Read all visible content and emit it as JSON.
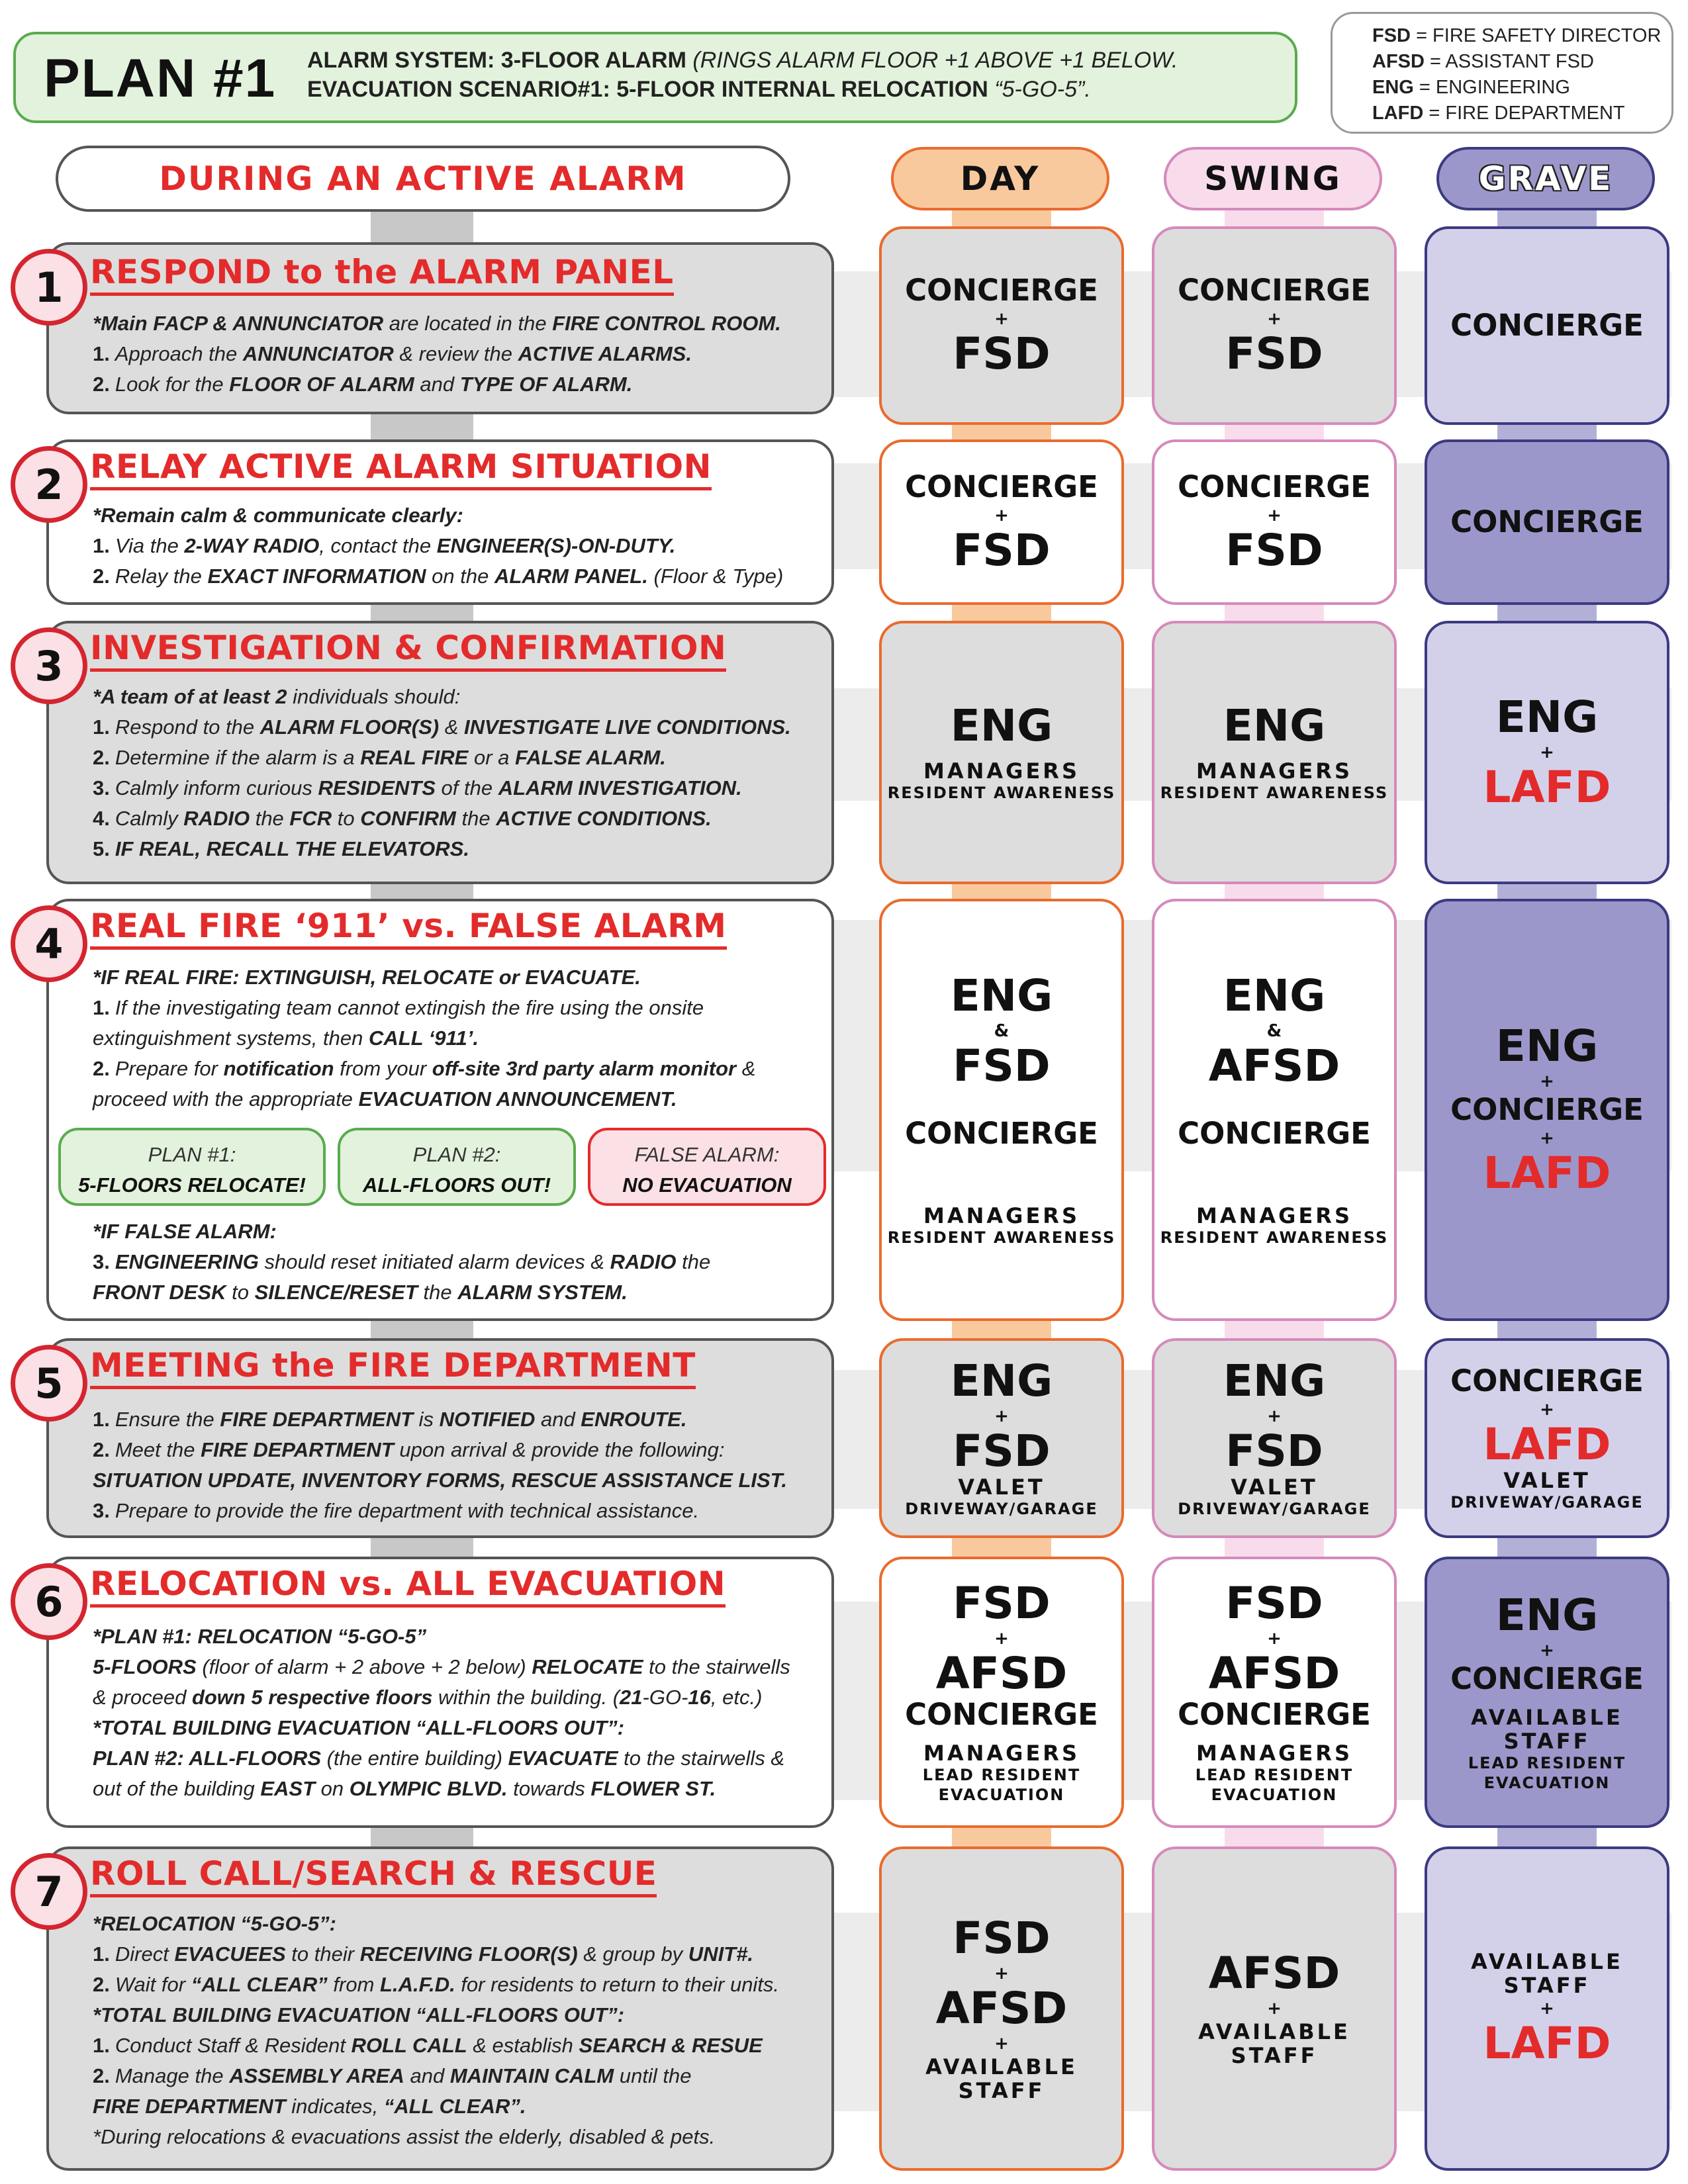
{
  "header": {
    "title": "PLAN #1",
    "alarm_label": "ALARM SYSTEM:",
    "alarm_value": "3-FLOOR ALARM",
    "alarm_note": "(RINGS ALARM FLOOR +1 ABOVE +1 BELOW.",
    "evac_label": "EVACUATION SCENARIO#1:",
    "evac_value": "5-FLOOR INTERNAL RELOCATION",
    "evac_note": "“5-GO-5”."
  },
  "legend": [
    {
      "abbr": "FSD",
      "text": "= FIRE SAFETY DIRECTOR"
    },
    {
      "abbr": "AFSD",
      "text": "= ASSISTANT FSD"
    },
    {
      "abbr": "ENG",
      "text": "= ENGINEERING"
    },
    {
      "abbr": "LAFD",
      "text": "= FIRE DEPARTMENT"
    }
  ],
  "columns": {
    "active": "DURING AN ACTIVE ALARM",
    "day": "DAY",
    "swing": "SWING",
    "grave": "GRAVE"
  },
  "steps": {
    "s1": {
      "num": "1",
      "title": "RESPOND to the ALARM PANEL",
      "l0a": "*Main FACP & ANNUNCIATOR",
      "l0b": " are located in the ",
      "l0c": "FIRE CONTROL ROOM.",
      "l1n": "1.",
      "l1a": "Approach the ",
      "l1b": "ANNUNCIATOR",
      "l1c": " & review the ",
      "l1d": "ACTIVE ALARMS.",
      "l2n": "2.",
      "l2a": "Look for the ",
      "l2b": "FLOOR OF ALARM",
      "l2c": " and ",
      "l2d": "TYPE OF ALARM."
    },
    "s2": {
      "num": "2",
      "title": "RELAY ACTIVE ALARM SITUATION",
      "l0": "*Remain calm & communicate clearly:",
      "l1n": "1.",
      "l1a": "Via the ",
      "l1b": "2-WAY RADIO",
      "l1c": ", contact the ",
      "l1d": "ENGINEER(S)-ON-DUTY.",
      "l2n": "2.",
      "l2a": "Relay the ",
      "l2b": "EXACT INFORMATION",
      "l2c": " on the ",
      "l2d": "ALARM PANEL.",
      "l2e": " (Floor & Type)"
    },
    "s3": {
      "num": "3",
      "title": "INVESTIGATION & CONFIRMATION",
      "l0a": "*A team of at least 2",
      "l0b": " individuals should:",
      "l1n": "1.",
      "l1a": "Respond to the ",
      "l1b": "ALARM FLOOR(S)",
      "l1c": " & ",
      "l1d": "INVESTIGATE LIVE CONDITIONS.",
      "l2n": "2.",
      "l2a": "Determine if the alarm is a ",
      "l2b": "REAL FIRE",
      "l2c": " or a ",
      "l2d": "FALSE ALARM.",
      "l3n": "3.",
      "l3a": "Calmly inform curious ",
      "l3b": "RESIDENTS",
      "l3c": " of the ",
      "l3d": "ALARM INVESTIGATION.",
      "l4n": "4.",
      "l4a": "Calmly ",
      "l4b": "RADIO",
      "l4c": " the ",
      "l4d": "FCR",
      "l4e": " to ",
      "l4f": "CONFIRM",
      "l4g": " the ",
      "l4h": "ACTIVE CONDITIONS.",
      "l5n": "5.",
      "l5a": "IF REAL, RECALL THE ELEVATORS."
    },
    "s4": {
      "num": "4",
      "title": "REAL FIRE ‘911’ vs. FALSE ALARM",
      "l0": "*IF REAL FIRE: EXTINGUISH, RELOCATE or EVACUATE.",
      "l1n": "1.",
      "l1a": "If the investigating team cannot extingish the fire using the onsite",
      "l1b": "extinguishment systems, then ",
      "l1c": "CALL ‘911’.",
      "l2n": "2.",
      "l2a": "Prepare for ",
      "l2b": "notification",
      "l2c": " from your ",
      "l2d": "off-site 3rd party alarm monitor",
      "l2e": " &",
      "l2f": "proceed with the appropriate ",
      "l2g": "EVACUATION ANNOUNCEMENT.",
      "plan1_t": "PLAN #1:",
      "plan1_v": "5-FLOORS RELOCATE!",
      "plan2_t": "PLAN #2:",
      "plan2_v": "ALL-FLOORS OUT!",
      "false_t": "FALSE ALARM:",
      "false_v": "NO EVACUATION",
      "l3": "*IF FALSE ALARM:",
      "l4n": "3.",
      "l4a": "ENGINEERING",
      "l4b": " should reset initiated alarm devices & ",
      "l4c": "RADIO",
      "l4d": " the",
      "l4e": "FRONT DESK",
      "l4f": " to ",
      "l4g": "SILENCE/RESET",
      "l4h": " the ",
      "l4i": "ALARM SYSTEM."
    },
    "s5": {
      "num": "5",
      "title": "MEETING the FIRE DEPARTMENT",
      "l1n": "1.",
      "l1a": "Ensure the ",
      "l1b": "FIRE DEPARTMENT",
      "l1c": " is ",
      "l1d": "NOTIFIED",
      "l1e": " and ",
      "l1f": "ENROUTE.",
      "l2n": "2.",
      "l2a": "Meet the ",
      "l2b": "FIRE DEPARTMENT",
      "l2c": " upon arrival & provide the following:",
      "l2d": "SITUATION UPDATE, INVENTORY FORMS, RESCUE ASSISTANCE LIST.",
      "l3n": "3.",
      "l3a": "Prepare to provide the fire department with technical assistance."
    },
    "s6": {
      "num": "6",
      "title": "RELOCATION vs. ALL EVACUATION",
      "l0": "*PLAN #1: RELOCATION “5-GO-5”",
      "l1a": "5-FLOORS",
      "l1b": " (floor of alarm + 2 above + 2 below) ",
      "l1c": "RELOCATE",
      "l1d": " to the stairwells",
      "l2a": "& proceed ",
      "l2b": "down 5 respective floors",
      "l2c": " within the building. (",
      "l2d": "21",
      "l2e": "-GO-",
      "l2f": "16",
      "l2g": ", etc.)",
      "l3": "*TOTAL BUILDING EVACUATION “ALL-FLOORS OUT”:",
      "l4a": "PLAN #2:",
      "l4b": "  ALL-FLOORS",
      "l4c": " (the entire building) ",
      "l4d": "EVACUATE",
      "l4e": " to the stairwells &",
      "l5a": "out of the building ",
      "l5b": "EAST",
      "l5c": " on ",
      "l5d": "OLYMPIC BLVD.",
      "l5e": " towards ",
      "l5f": "FLOWER ST."
    },
    "s7": {
      "num": "7",
      "title": "ROLL CALL/SEARCH & RESCUE",
      "l0": "*RELOCATION “5-GO-5”:",
      "l1n": "1.",
      "l1a": "Direct ",
      "l1b": "EVACUEES",
      "l1c": " to their ",
      "l1d": "RECEIVING FLOOR(S)",
      "l1e": " & group by ",
      "l1f": "UNIT#.",
      "l2n": "2.",
      "l2a": "Wait for ",
      "l2b": "“ALL CLEAR”",
      "l2c": " from ",
      "l2d": "L.A.F.D.",
      "l2e": " for residents to return to their units.",
      "l3": "*TOTAL BUILDING EVACUATION “ALL-FLOORS OUT”:",
      "l4n": "1.",
      "l4a": "Conduct Staff & Resident ",
      "l4b": "ROLL CALL",
      "l4c": " & establish ",
      "l4d": "SEARCH & RESUE",
      "l5n": "2.",
      "l5a": "Manage the ",
      "l5b": "ASSEMBLY AREA",
      "l5c": " and ",
      "l5d": "MAINTAIN CALM",
      "l5e": " until the",
      "l6a": "FIRE DEPARTMENT",
      "l6b": " indicates, ",
      "l6c": "“ALL CLEAR”.",
      "l7": "*During relocations & evacuations assist the elderly, disabled & pets."
    }
  },
  "cells": {
    "plus": "+",
    "amp": "&",
    "concierge": "CONCIERGE",
    "fsd": "FSD",
    "afsd": "AFSD",
    "eng": "ENG",
    "lafd": "LAFD",
    "managers": "MANAGERS",
    "resident_awareness": "RESIDENT AWARENESS",
    "valet": "VALET",
    "driveway": "DRIVEWAY/GARAGE",
    "lead_resident": "LEAD RESIDENT",
    "evacuation": "EVACUATION",
    "available": "AVAILABLE",
    "staff": "STAFF"
  },
  "colors": {
    "accent_red": "#e32b2b",
    "day": "#ea6b2e",
    "swing": "#d58abb",
    "grave": "#3c3a80",
    "plan_green": "#5aab4e"
  }
}
